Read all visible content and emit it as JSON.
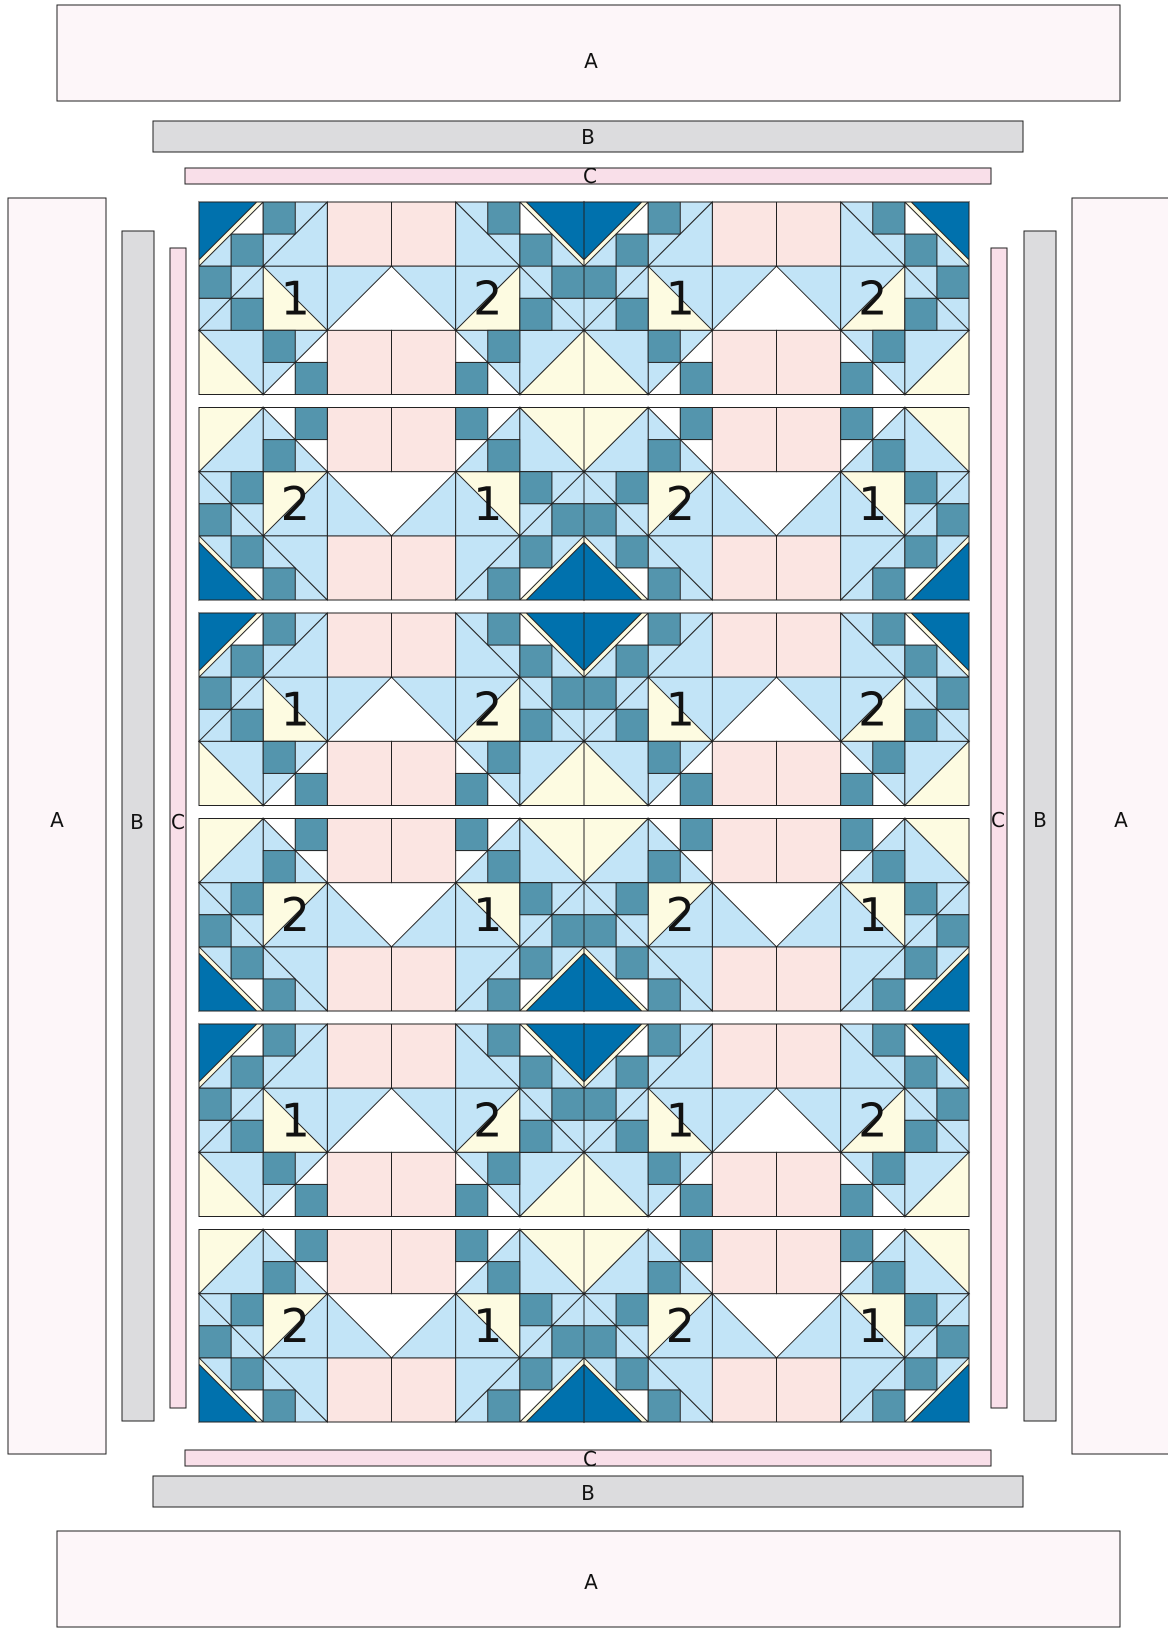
{
  "border_labels": {
    "a_top": "A",
    "a_bottom": "A",
    "a_left": "A",
    "a_right": "A",
    "b_top": "B",
    "b_bottom": "B",
    "b_left": "B",
    "b_right": "B",
    "c_top": "C",
    "c_bottom": "C",
    "c_left": "C",
    "c_right": "C"
  },
  "quilt_layout": {
    "rows": [
      [
        "1",
        "2",
        "1",
        "2"
      ],
      [
        "2",
        "1",
        "2",
        "1"
      ],
      [
        "1",
        "2",
        "1",
        "2"
      ],
      [
        "2",
        "1",
        "2",
        "1"
      ],
      [
        "1",
        "2",
        "1",
        "2"
      ],
      [
        "2",
        "1",
        "2",
        "1"
      ]
    ]
  },
  "colors": {
    "border_a": "#fdf6f9",
    "border_b": "#dcdcde",
    "border_c": "#f9dfe9",
    "outline": "#222222",
    "pink_square": "#fbe5e2",
    "light_blue": "#c2e4f7",
    "cream": "#fdfbe1",
    "teal": "#5495ad",
    "dark_blue": "#0071ad"
  }
}
